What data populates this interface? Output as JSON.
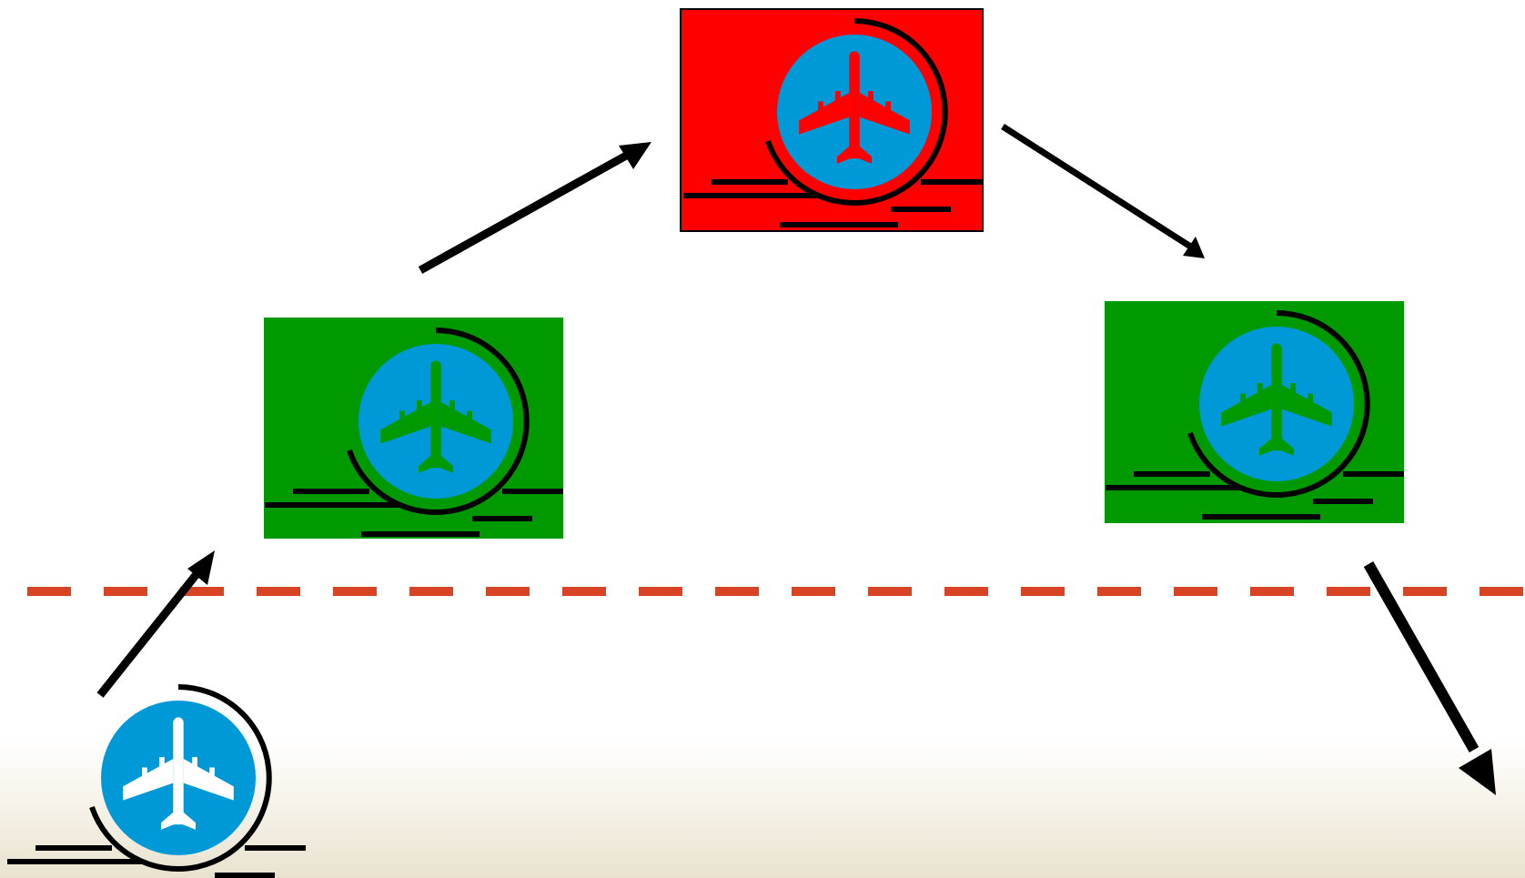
{
  "colors": {
    "boundary_line": "#D84324",
    "badge_circle": "#0099D8",
    "ground_plane": "#FFFFFF",
    "departing_node_fill": "#009900",
    "peak_node_fill": "#FF0000",
    "arriving_node_fill": "#009900",
    "arrow": "#000000"
  },
  "icons": {
    "aircraft": "airplane-icon",
    "motion": "circular-arrow-icon",
    "speed": "motion-lines-icon"
  },
  "nodes": [
    {
      "id": "ground",
      "state": "below-boundary",
      "fill": "none",
      "plane_color": "#FFFFFF"
    },
    {
      "id": "climb",
      "state": "ok",
      "fill": "#009900",
      "plane_color": "#009900"
    },
    {
      "id": "peak",
      "state": "alert",
      "fill": "#FF0000",
      "plane_color": "#FF0000"
    },
    {
      "id": "descent",
      "state": "ok",
      "fill": "#009900",
      "plane_color": "#009900"
    }
  ],
  "arrows": [
    {
      "from": "ground",
      "to": "climb"
    },
    {
      "from": "climb",
      "to": "peak"
    },
    {
      "from": "peak",
      "to": "descent"
    },
    {
      "from": "descent",
      "to": "exit"
    }
  ]
}
